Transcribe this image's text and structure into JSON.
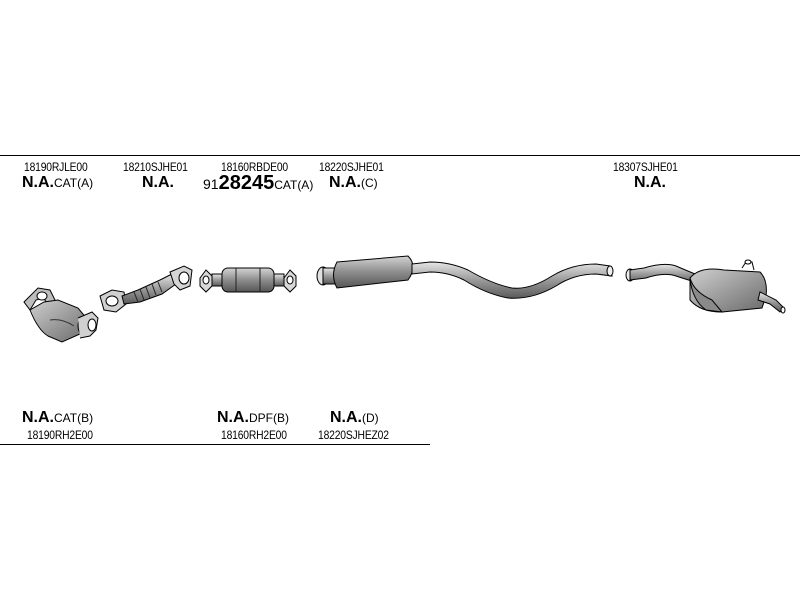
{
  "top_labels": [
    {
      "part": "18190RJLE00",
      "na": "N.A.",
      "suffix": "CAT(A)"
    },
    {
      "part": "18210SJHE01",
      "na": "N.A.",
      "suffix": ""
    },
    {
      "part": "18160RBDE00",
      "prefix": "91",
      "na": "28245",
      "suffix": "CAT(A)"
    },
    {
      "part": "18220SJHE01",
      "na": "N.A.",
      "suffix": "(C)"
    },
    {
      "part": "18307SJHE01",
      "na": "N.A.",
      "suffix": ""
    }
  ],
  "bottom_labels": [
    {
      "part": "18190RH2E00",
      "na": "N.A.",
      "suffix": "CAT(B)"
    },
    {
      "part": "18160RH2E00",
      "na": "N.A.",
      "suffix": "DPF(B)"
    },
    {
      "part": "18220SJHEZ02",
      "na": "N.A.",
      "suffix": "(D)"
    }
  ]
}
